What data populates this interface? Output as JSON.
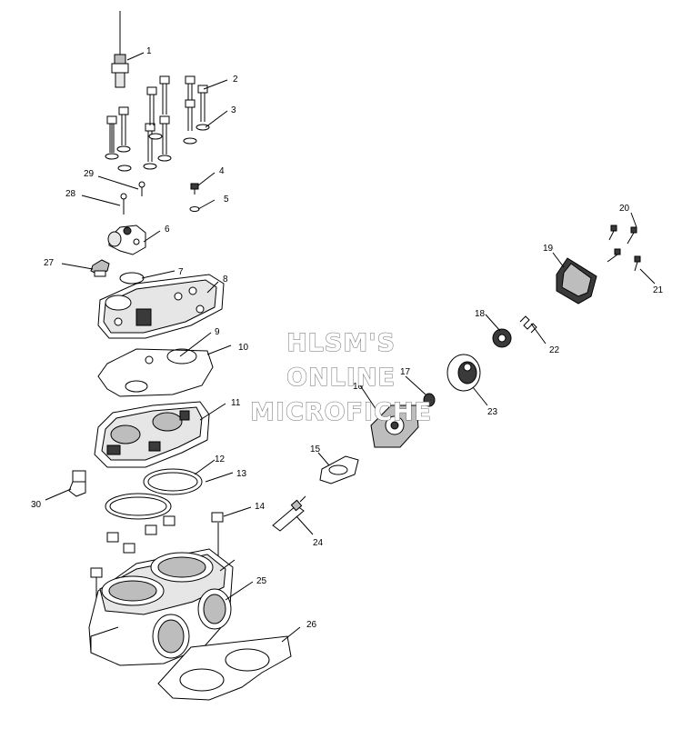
{
  "callouts": {
    "c1": "1",
    "c2": "2",
    "c3": "3",
    "c4": "4",
    "c5": "5",
    "c6": "6",
    "c7": "7",
    "c8": "8",
    "c9": "9",
    "c10": "10",
    "c11": "11",
    "c12": "12",
    "c13": "13",
    "c14": "14",
    "c15": "15",
    "c16": "16",
    "c17": "17",
    "c18": "18",
    "c19": "19",
    "c20": "20",
    "c21": "21",
    "c22": "22",
    "c23": "23",
    "c24": "24",
    "c25": "25",
    "c26": "26",
    "c27": "27",
    "c28": "28",
    "c29": "29",
    "c30": "30"
  },
  "watermark": {
    "line1": "HLSM'S",
    "line2": "ONLINE",
    "line3": "MICROFICHE"
  }
}
